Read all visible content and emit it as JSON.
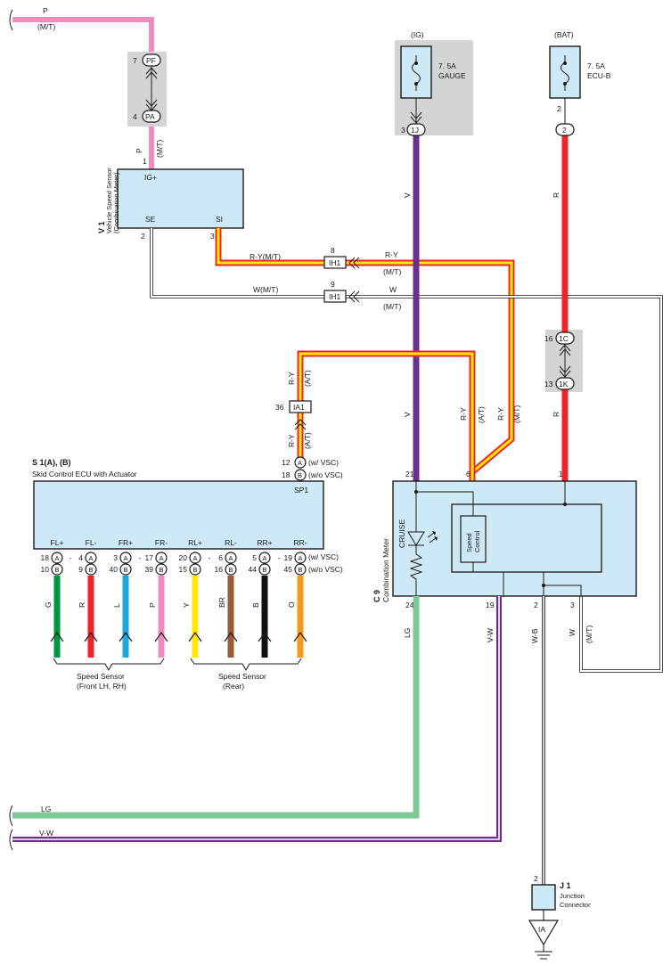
{
  "colors": {
    "pink": "#f08bbd",
    "violet": "#6a2f8f",
    "red": "#e8262c",
    "yellow": "#ffe800",
    "lightgreen": "#7cc99a",
    "green": "#009640",
    "blue": "#1da6e0",
    "brown": "#9b5b3a",
    "orange": "#f49a1d",
    "black": "#111111",
    "box_fill": "#cde9f7",
    "shade": "#d3d4d5"
  },
  "top_left": {
    "wire": "P",
    "note": "(M/T)"
  },
  "connector_pf": {
    "pin": "7",
    "name": "PF"
  },
  "connector_pa": {
    "pin": "4",
    "name": "PA"
  },
  "pink_wire_label": {
    "color": "P",
    "note": "(M/T)"
  },
  "speed_sensor": {
    "id": "V 1",
    "name_line1": "Vehicle Speed Sensor",
    "name_line2": "(Combination Meter)",
    "pin_ig_num": "1",
    "pin_ig": "IG+",
    "pin_se": "SE",
    "pin_si": "SI",
    "pin_se_num": "2",
    "pin_si_num": "3"
  },
  "fuse_gauge": {
    "source": "(IG)",
    "rating": "7. 5A",
    "name": "GAUGE",
    "pin": "3",
    "conn": "1J"
  },
  "fuse_ecub": {
    "source": "(BAT)",
    "rating": "7. 5A",
    "name": "ECU-B",
    "pin": "2",
    "conn": "2"
  },
  "wire_v": "V",
  "wire_r": "R",
  "ih1_ry": {
    "pin": "8",
    "name": "IH1",
    "left": "R-Y(M/T)",
    "right": "R-Y",
    "note": "(M/T)"
  },
  "ih1_w": {
    "pin": "9",
    "name": "IH1",
    "left": "W(M/T)",
    "right": "W",
    "note": "(M/T)"
  },
  "conn_1c": {
    "pin": "16",
    "name": "1C"
  },
  "conn_1k": {
    "pin": "13",
    "name": "1K"
  },
  "ia1": {
    "pin": "36",
    "name": "IA1",
    "wire": "R-Y",
    "note": "(A/T)"
  },
  "wire_ry": "R-Y",
  "note_at": "(A/T)",
  "note_mt": "(M/T)",
  "skid_ecu": {
    "id": "S 1(A), (B)",
    "name": "Skid Control ECU with Actuator",
    "sp1_pin_a": "12",
    "sp1_pin_b": "18",
    "conn_a": "A",
    "conn_b": "B",
    "with_vsc": "(w/ VSC)",
    "without_vsc": "(w/o VSC)",
    "sp1": "SP1",
    "terminals": [
      {
        "name": "FL+",
        "a": "18",
        "b": "10",
        "wire": "G"
      },
      {
        "name": "FL-",
        "a": "4",
        "b": "9",
        "wire": "R"
      },
      {
        "name": "FR+",
        "a": "3",
        "b": "40",
        "wire": "L"
      },
      {
        "name": "FR-",
        "a": "17",
        "b": "39",
        "wire": "P"
      },
      {
        "name": "RL+",
        "a": "20",
        "b": "15",
        "wire": "Y"
      },
      {
        "name": "RL-",
        "a": "6",
        "b": "16",
        "wire": "BR"
      },
      {
        "name": "RR+",
        "a": "5",
        "b": "44",
        "wire": "B"
      },
      {
        "name": "RR-",
        "a": "19",
        "b": "45",
        "wire": "O"
      }
    ],
    "dash": "-",
    "front_label1": "Speed Sensor",
    "front_label2": "(Front LH,  RH)",
    "rear_label1": "Speed Sensor",
    "rear_label2": "(Rear)"
  },
  "meter": {
    "id": "C 9",
    "name": "Combination Meter",
    "cruise": "CRUISE",
    "speed_ctrl1": "Speed",
    "speed_ctrl2": "Control",
    "pin21": "21",
    "pin6": "6",
    "pin1": "1",
    "pin24": "24",
    "pin19": "19",
    "pin2": "2",
    "pin3": "3"
  },
  "bottom_wires": {
    "lg": "LG",
    "vw": "V-W",
    "wb": "W-B",
    "w": "W",
    "mt": "(M/T)"
  },
  "junction": {
    "id": "J 1",
    "name1": "Junction",
    "name2": "Connector",
    "pin": "2",
    "ground": "IA"
  }
}
